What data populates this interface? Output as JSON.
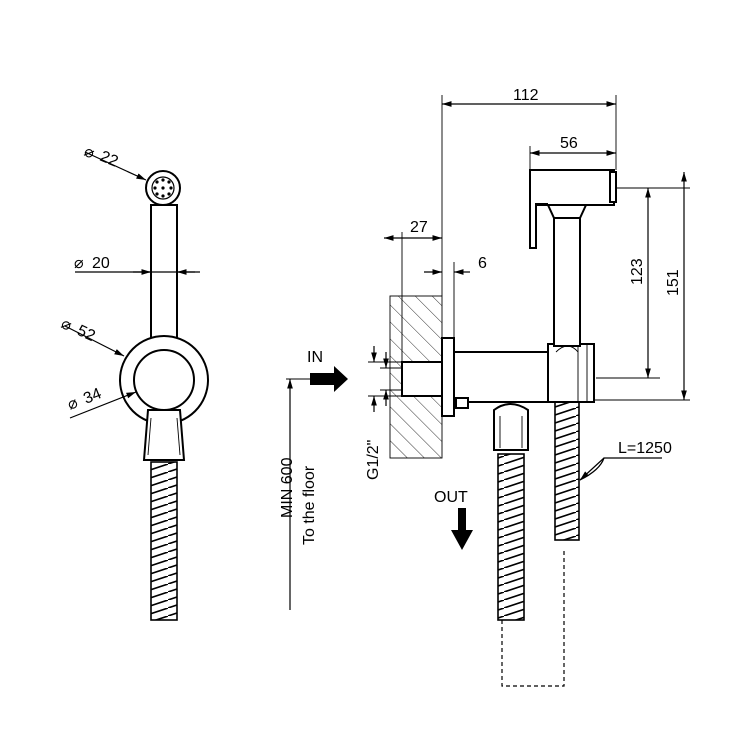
{
  "labels": {
    "dia_22": "22",
    "dia_20": "20",
    "dia_52": "52",
    "dia_34": "34",
    "dim_112": "112",
    "dim_56": "56",
    "dim_27": "27",
    "dim_6": "6",
    "dim_123": "123",
    "dim_151": "151",
    "thread": "G1/2\"",
    "in": "IN",
    "out": "OUT",
    "hose_length": "L=1250",
    "min_height": "MIN 600",
    "to_floor": "To the floor"
  },
  "symbols": {
    "diameter": "⌀"
  }
}
